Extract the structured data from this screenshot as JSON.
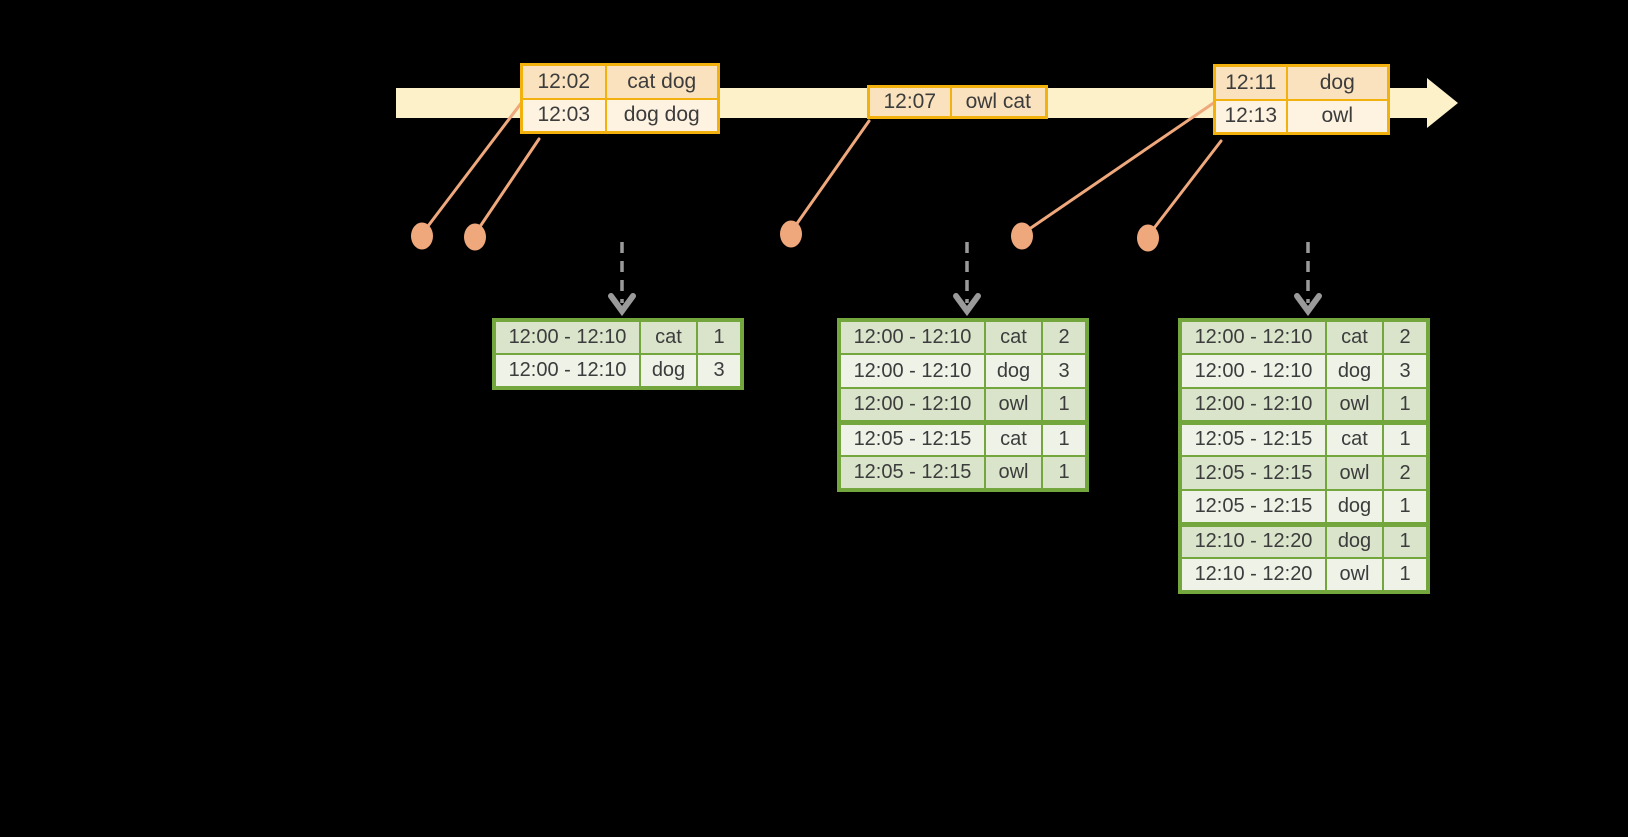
{
  "colors": {
    "background": "#000000",
    "bar": "#fcf1c9",
    "gold": "#f2b10d",
    "peach": "#fae2bf",
    "cream": "#fdf3e0",
    "salmon": "#efa87c",
    "green": "#73a73d",
    "green_dark": "#d9e4cb",
    "green_light": "#eef2e7",
    "gray": "#9a9a9a",
    "text": "#3c3c3c"
  },
  "timeline": {
    "batches": [
      {
        "rows": [
          {
            "time": "12:02",
            "words": "cat dog"
          },
          {
            "time": "12:03",
            "words": "dog dog"
          }
        ]
      },
      {
        "rows": [
          {
            "time": "12:07",
            "words": "owl cat"
          }
        ]
      },
      {
        "rows": [
          {
            "time": "12:11",
            "words": "dog"
          },
          {
            "time": "12:13",
            "words": "owl"
          }
        ]
      }
    ]
  },
  "results": [
    {
      "rows": [
        {
          "window": "12:00 - 12:10",
          "word": "cat",
          "count": "1"
        },
        {
          "window": "12:00 - 12:10",
          "word": "dog",
          "count": "3"
        }
      ]
    },
    {
      "rows": [
        {
          "window": "12:00 - 12:10",
          "word": "cat",
          "count": "2"
        },
        {
          "window": "12:00 - 12:10",
          "word": "dog",
          "count": "3"
        },
        {
          "window": "12:00 - 12:10",
          "word": "owl",
          "count": "1"
        },
        {
          "window": "12:05 - 12:15",
          "word": "cat",
          "count": "1"
        },
        {
          "window": "12:05 - 12:15",
          "word": "owl",
          "count": "1"
        }
      ]
    },
    {
      "rows": [
        {
          "window": "12:00 - 12:10",
          "word": "cat",
          "count": "2"
        },
        {
          "window": "12:00 - 12:10",
          "word": "dog",
          "count": "3"
        },
        {
          "window": "12:00 - 12:10",
          "word": "owl",
          "count": "1"
        },
        {
          "window": "12:05 - 12:15",
          "word": "cat",
          "count": "1"
        },
        {
          "window": "12:05 - 12:15",
          "word": "owl",
          "count": "2"
        },
        {
          "window": "12:05 - 12:15",
          "word": "dog",
          "count": "1"
        },
        {
          "window": "12:10 - 12:20",
          "word": "dog",
          "count": "1"
        },
        {
          "window": "12:10 - 12:20",
          "word": "owl",
          "count": "1"
        }
      ]
    }
  ]
}
